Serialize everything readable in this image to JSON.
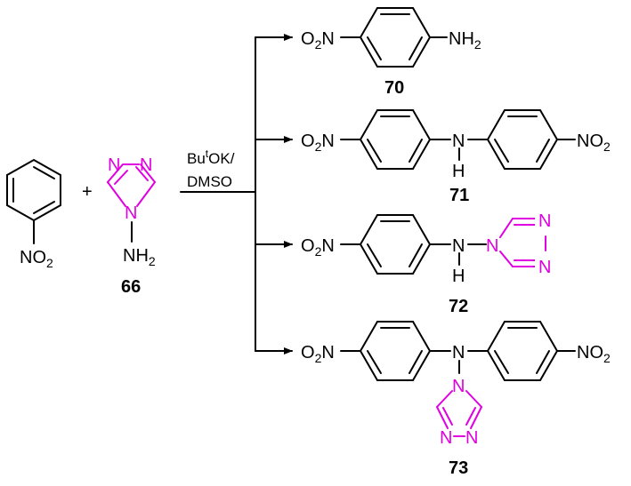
{
  "colors": {
    "bond": "#000000",
    "triazole": "#e000e0"
  },
  "reactants": {
    "nitrobenzene": {
      "substituent": "NO",
      "substituent_sub": "2"
    },
    "plus": "+",
    "aminotriazole": {
      "n1": "N",
      "n2": "N",
      "n4": "N",
      "nh": "NH",
      "nh_sub": "2",
      "number": "66"
    }
  },
  "conditions": {
    "base": "Bu",
    "base_sup": "t",
    "base_rest": "OK/",
    "solvent": "DMSO"
  },
  "products": [
    {
      "number": "70",
      "left": "O",
      "left_sub": "2",
      "left_rest": "N",
      "right": "NH",
      "right_sub": "2"
    },
    {
      "number": "71",
      "left": "O",
      "left_sub": "2",
      "left_rest": "N",
      "bridge": "N",
      "bridge_h": "H",
      "right": "NO",
      "right_sub": "2"
    },
    {
      "number": "72",
      "left": "O",
      "left_sub": "2",
      "left_rest": "N",
      "bridge": "N",
      "bridge_h": "H",
      "tz_n4": "N",
      "tz_n1": "N",
      "tz_n2": "N"
    },
    {
      "number": "73",
      "left": "O",
      "left_sub": "2",
      "left_rest": "N",
      "bridge": "N",
      "right": "NO",
      "right_sub": "2",
      "tz_n4": "N",
      "tz_n1": "N",
      "tz_n2": "N"
    }
  ]
}
